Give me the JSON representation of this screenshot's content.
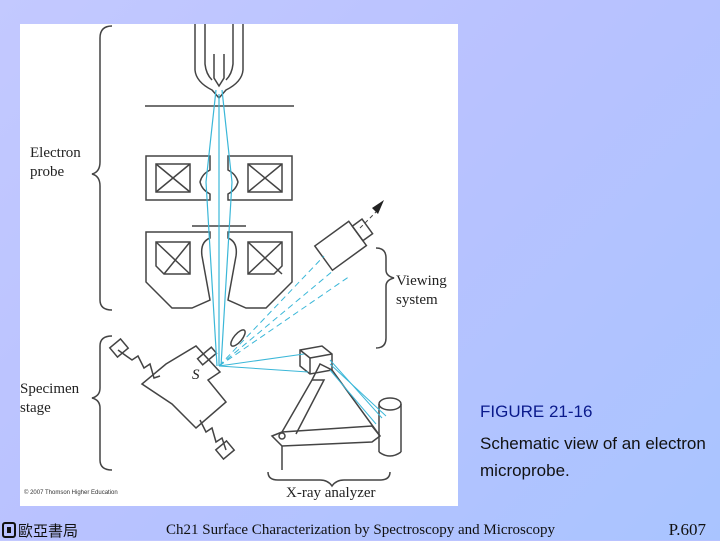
{
  "figure": {
    "labels": {
      "electron_probe": [
        "Electron",
        "probe"
      ],
      "viewing_system": [
        "Viewing",
        "system"
      ],
      "specimen_stage": [
        "Specimen",
        "stage"
      ],
      "xray_analyzer": "X-ray analyzer",
      "specimen_symbol": "S"
    },
    "copyright": "© 2007 Thomson Higher Education"
  },
  "caption": {
    "title": "FIGURE 21-16",
    "text": "Schematic view of an electron microprobe."
  },
  "footer": {
    "publisher": "歐亞書局",
    "course": "Ch21 Surface Characterization by Spectroscopy and Microscopy",
    "page": "P.607"
  },
  "colors": {
    "beam": "#3bb7d8",
    "line": "#444444",
    "title": "#0a1a8c"
  }
}
